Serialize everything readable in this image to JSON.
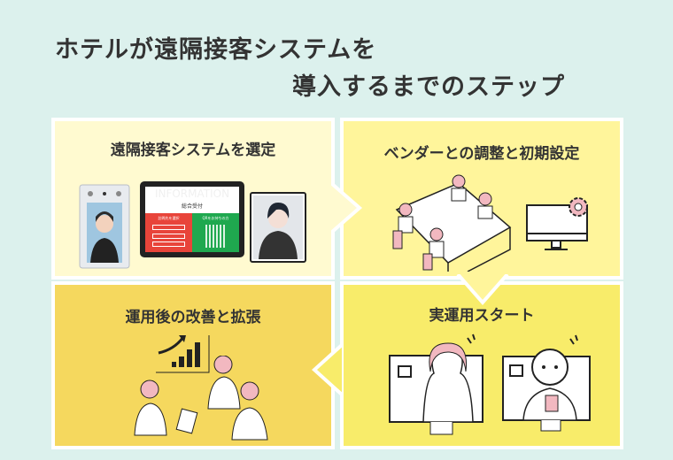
{
  "title": {
    "line1": "ホテルが遠隔接客システムを",
    "line2": "導入するまでのステップ"
  },
  "steps": [
    {
      "label": "遠隔接客システムを選定"
    },
    {
      "label": "ベンダーとの調整と初期設定"
    },
    {
      "label": "実運用スタート"
    },
    {
      "label": "運用後の改善と拡張"
    }
  ],
  "tablet": {
    "heading": "総合受付",
    "watermark": "INFORMATION",
    "left_button": "訪問先を選択",
    "right_button": "QRをお持ちの方"
  },
  "colors": {
    "background": "#dcf1ed",
    "step1": "#fffad0",
    "step2": "#fff59b",
    "step3": "#f8ec6a",
    "step4": "#f5d85e"
  }
}
